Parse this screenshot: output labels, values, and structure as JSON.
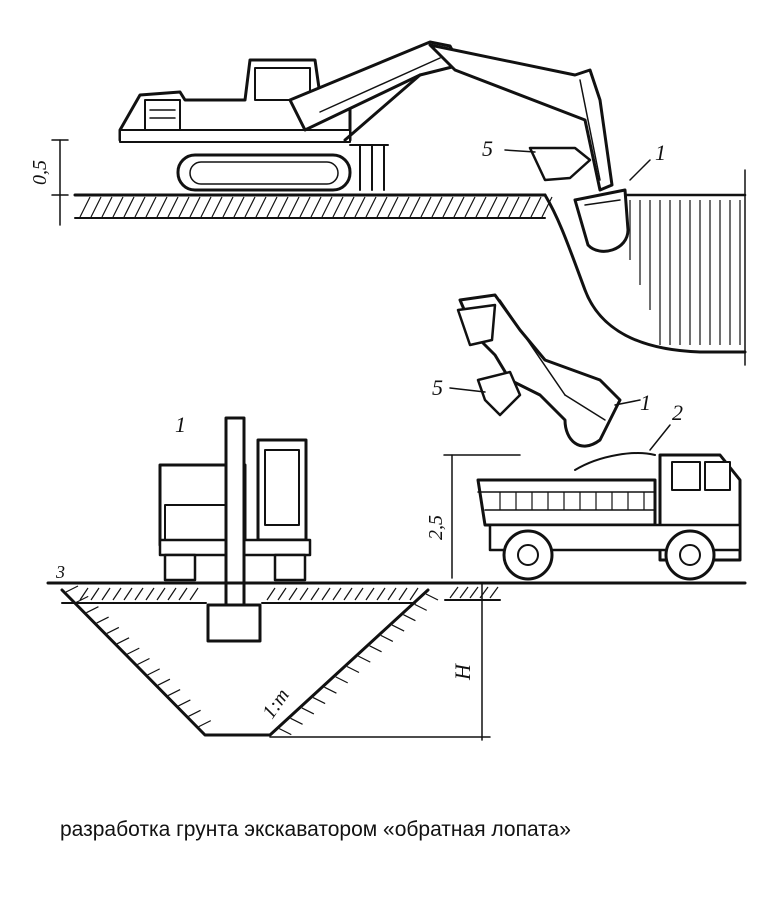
{
  "caption": "разработка грунта экскаватором «обратная лопата»",
  "labels": {
    "top_dim": "0,5",
    "top_bucket": "1",
    "top_stick": "5",
    "mid_bucket": "1",
    "mid_stick": "5",
    "truck": "2",
    "truck_dim": "2,5",
    "front_excavator": "1",
    "ground_mark": "3",
    "depth": "H",
    "slope": "1:m"
  }
}
